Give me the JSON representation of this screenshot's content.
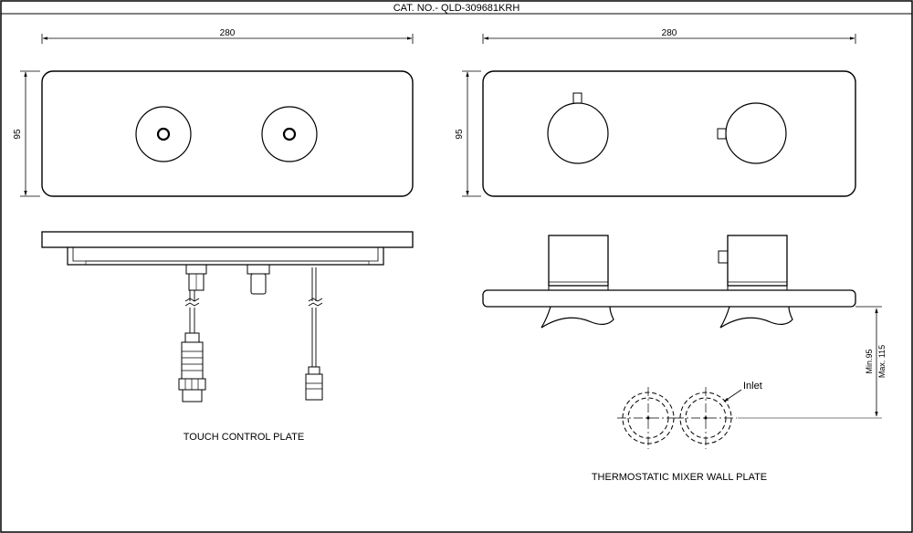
{
  "header": {
    "catalog_number": "CAT. NO.- QLD-309681KRH"
  },
  "left_view": {
    "caption": "TOUCH CONTROL PLATE",
    "width_dimension": "280",
    "height_dimension": "95"
  },
  "right_view": {
    "caption": "THERMOSTATIC MIXER WALL PLATE",
    "width_dimension": "280",
    "height_dimension": "95",
    "depth_dimension_min": "Min.95",
    "depth_dimension_max": "Max. 115",
    "inlet_label": "Inlet"
  },
  "colors": {
    "line": "#000000",
    "background": "#ffffff"
  }
}
